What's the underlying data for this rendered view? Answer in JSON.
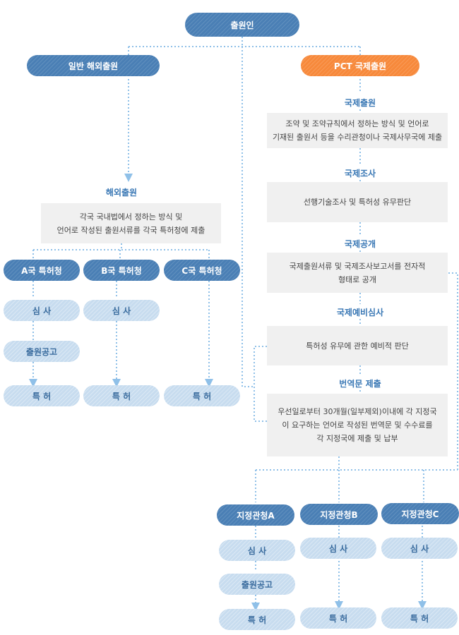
{
  "root": "출원인",
  "general": {
    "title": "일반 해외출원",
    "heading": "해외출원",
    "desc": [
      "각국 국내법에서 정하는 방식 및",
      "언어로 작성된 출원서류를 각국 특허청에 제출"
    ],
    "offices": [
      "A국 특허청",
      "B국 특허청",
      "C국 특허청"
    ]
  },
  "pct": {
    "title": "PCT 국제출원",
    "steps": [
      {
        "heading": "국제출원",
        "desc": [
          "조약 및 조약규칙에서 정하는 방식 및 언어로",
          "기재된 출원서 등을 수리관청이나 국제사무국에 제출"
        ]
      },
      {
        "heading": "국제조사",
        "desc": [
          "선행기술조사 및 특허성 유무판단"
        ]
      },
      {
        "heading": "국제공개",
        "desc": [
          "국제출원서류 및 국제조사보고서를 전자적",
          "형태로 공개"
        ]
      },
      {
        "heading": "국제예비심사",
        "desc": [
          "특허성 유무에 관한 예비적 판단"
        ]
      },
      {
        "heading": "번역문 제출",
        "desc": [
          "우선일로부터 30개월(일부제외)이내에 각 지정국",
          "이 요구하는 언어로 작성된 번역문 및 수수료를",
          "각 지정국에 제출 및 납부"
        ]
      }
    ],
    "offices": [
      "지정관청A",
      "지정관청B",
      "지정관청C"
    ]
  },
  "labels": {
    "exam": "심 사",
    "publication": "출원공고",
    "patent": "특 허"
  },
  "colors": {
    "dark_blue": "#4a7fb5",
    "orange": "#f7893b",
    "light_blue": "#c7dcef",
    "heading_blue": "#3a78b5",
    "connector": "#8fc0e8"
  }
}
